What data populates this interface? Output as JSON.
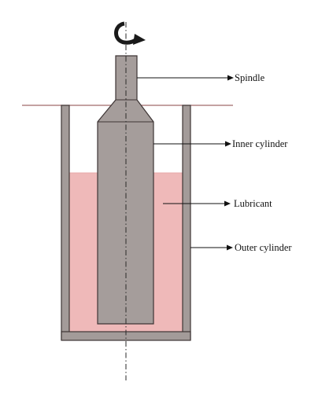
{
  "diagram": {
    "labels": {
      "spindle": "Spindle",
      "inner_cylinder": "Inner cylinder",
      "lubricant": "Lubricant",
      "outer_cylinder": "Outer cylinder"
    },
    "colors": {
      "lubricant_fill": "#efb9b9",
      "cylinder_fill": "#a59d9b",
      "wall_fill": "#a39b99",
      "outline": "#3e3535",
      "top_line": "#a06a6a",
      "text": "#111111"
    },
    "icons": [
      "rotation-arrow-icon"
    ]
  }
}
